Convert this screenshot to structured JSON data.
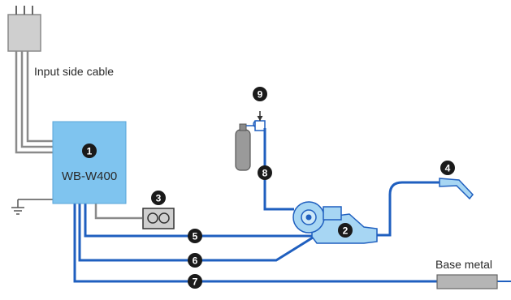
{
  "labels": {
    "input_side_cable": "Input side cable",
    "base_metal": "Base metal"
  },
  "welder": {
    "number": "1",
    "model": "WB-W400"
  },
  "markers": [
    {
      "id": "remote-control",
      "number": "3"
    },
    {
      "id": "wire-feeder",
      "number": "2"
    },
    {
      "id": "torch",
      "number": "4"
    },
    {
      "id": "gas-regulator",
      "number": "9"
    },
    {
      "id": "gas-hose",
      "number": "8"
    },
    {
      "id": "cable-5",
      "number": "5"
    },
    {
      "id": "cable-6",
      "number": "6"
    },
    {
      "id": "cable-7",
      "number": "7"
    }
  ],
  "colors": {
    "cable_blue": "#1f5fbf",
    "cable_grey": "#8a8a8a",
    "welder_fill": "#7fc4ef",
    "equipment_fill": "#a7d6f3",
    "marker_fill": "#1a1a1a",
    "base_metal_fill": "#b5b5b5"
  }
}
